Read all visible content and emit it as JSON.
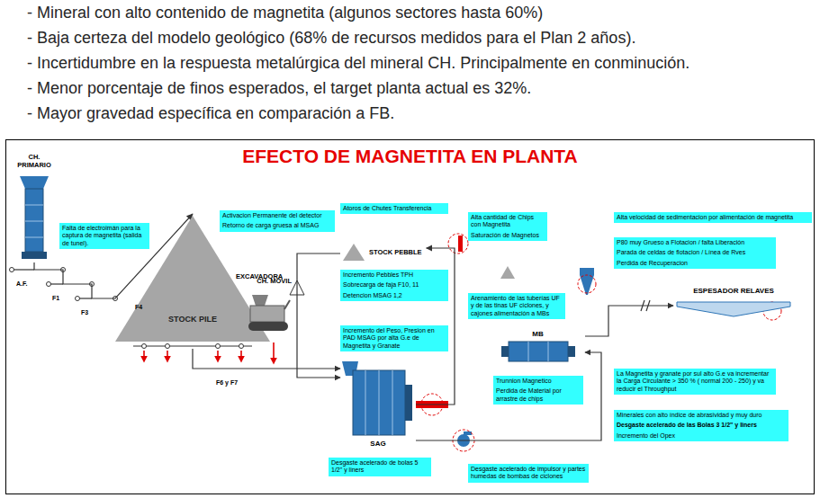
{
  "diagram": {
    "title": "EFECTO DE MAGNETITA EN PLANTA",
    "nodes": [
      {
        "text": [
          "CH. PRIMARIO"
        ]
      },
      {
        "text": [
          "STOCK PILE"
        ]
      },
      {
        "text": [
          "Atoros de Chutes Transferencia"
        ]
      },
      {
        "text": [
          "Activacion Permanente del detector",
          "Retorno de carga gruesa al MSAG"
        ]
      },
      {
        "text": [
          "Alta cantidad de Chips con Magnetita",
          "Saturación de Magnetos"
        ]
      },
      {
        "text": [
          "Alta velocidad de sedimentacion por alimentación de magnetita"
        ]
      },
      {
        "text": [
          "Falta de electroimán para la captura de magnetita (salida de tunel)."
        ]
      },
      {
        "text": [
          "STOCK PEBBLE"
        ]
      },
      {
        "text": [
          "P80 muy Grueso a Flotacion / falta Liberación",
          "Parada de celdas de flotacion / Línea de Rves",
          "Perdida de Recuperacion"
        ]
      },
      {
        "text": [
          "Incremento Pebbles TPH",
          "Sobrecarga de faja F10, 11",
          "Detencion MSAG 1,2"
        ]
      },
      {
        "text": [
          "CH. MOVIL"
        ]
      },
      {
        "text": [
          "ESPESADOR RELAVES"
        ]
      },
      {
        "text": [
          "Arenamiento de las tuberías UF y de las tinas UF ciclones, y cajones alimentación a MBs"
        ]
      },
      {
        "text": [
          "MB"
        ]
      },
      {
        "text": [
          "Incremento del Peso, Presion en PAD MSAG por alta G.e de Magnetita y Granate"
        ]
      },
      {
        "text": [
          "SAG"
        ]
      },
      {
        "text": [
          "La Magnetita y granate por sul alto G.e va incrementar la Carga Circulante > 350 % ( normal 200 - 250) y va reducir el Throughput"
        ]
      },
      {
        "text": [
          "Trunnion Magnetico",
          "Perdida de Material por arrastre de chips"
        ]
      },
      {
        "text": [
          "Minerales con alto índice de abrasividad y muy duro",
          "Desgaste acelerado de las Bolas 3 1/2\" y liners",
          "Incremento del Opex"
        ]
      },
      {
        "text": [
          "Desgaste acelerado de bolas 5 1/2\" y liners"
        ]
      },
      {
        "text": [
          "Desgaste acelerado de impulsor y partes humedas de bombas de ciclones"
        ]
      }
    ],
    "edges": [
      {
        "from": 0,
        "to": 1,
        "arrow": "to"
      },
      {
        "from": 1,
        "to": 15,
        "arrow": "to"
      },
      {
        "from": 15,
        "to": 7,
        "arrow": "to"
      },
      {
        "from": 7,
        "to": 15,
        "arrow": "to"
      },
      {
        "from": 15,
        "to": 13,
        "arrow": "to"
      },
      {
        "from": 13,
        "to": 11,
        "arrow": "to"
      }
    ],
    "labels": [
      "- Mineral con alto contenido de magnetita (algunos sectores hasta 60%)",
      "- Baja certeza del modelo geológico (68% de recursos medidos para el Plan 2 años).",
      "- Incertidumbre en la respuesta metalúrgica del mineral CH. Principalmente en conminución.",
      "- Menor porcentaje de finos esperados, el target planta actual es 32%.",
      "- Mayor gravedad específica en comparación a FB.",
      "A.F.",
      "F1",
      "F3",
      "F4",
      "EXCAVADORA",
      "F6 y F7"
    ]
  }
}
